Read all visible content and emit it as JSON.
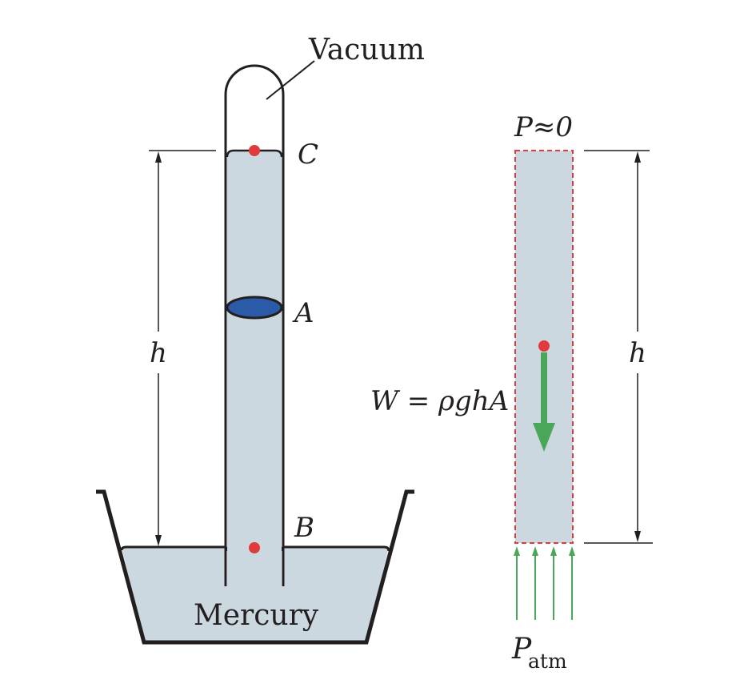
{
  "labels": {
    "vacuum": "Vacuum",
    "point_c": "C",
    "point_a": "A",
    "point_b": "B",
    "height_left": "h",
    "height_right": "h",
    "pressure_top": "P≈0",
    "weight": "W = ρghA",
    "patm_main": "P",
    "patm_sub": "atm",
    "mercury": "Mercury"
  },
  "colors": {
    "liquid": "#ccd8e0",
    "outline": "#231f20",
    "point": "#e03a3a",
    "disk": "#2b5aa8",
    "arrow": "#4aa75a",
    "dashed": "#e03a3a"
  }
}
